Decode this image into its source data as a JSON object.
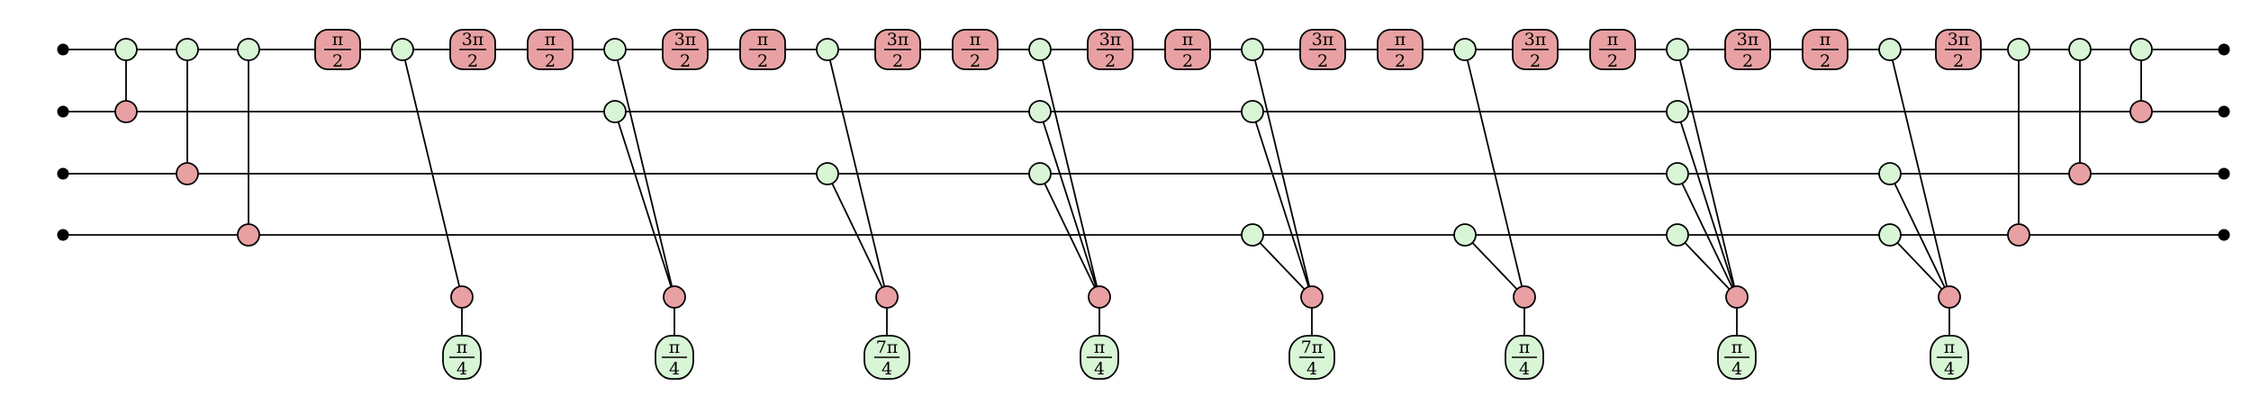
{
  "diagram": {
    "type": "zx-calculus",
    "colors": {
      "z_spider": "#d8f5d6",
      "x_spider": "#e8a0a2",
      "wire": "#000000"
    },
    "qubits": 4,
    "initial_cnots": [
      {
        "control": 0,
        "target": 1
      },
      {
        "control": 0,
        "target": 2
      },
      {
        "control": 0,
        "target": 3
      }
    ],
    "blocks": [
      {
        "leading_phase": {
          "num": "π",
          "den": "2"
        },
        "inputs": [
          0
        ],
        "gadget_phase": {
          "num": "π",
          "den": "4"
        },
        "trailing_phase": {
          "num": "3π",
          "den": "2"
        }
      },
      {
        "leading_phase": {
          "num": "π",
          "den": "2"
        },
        "inputs": [
          0,
          1
        ],
        "gadget_phase": {
          "num": "π",
          "den": "4"
        },
        "trailing_phase": {
          "num": "3π",
          "den": "2"
        }
      },
      {
        "leading_phase": {
          "num": "π",
          "den": "2"
        },
        "inputs": [
          0,
          2
        ],
        "gadget_phase": {
          "num": "7π",
          "den": "4"
        },
        "trailing_phase": {
          "num": "3π",
          "den": "2"
        }
      },
      {
        "leading_phase": {
          "num": "π",
          "den": "2"
        },
        "inputs": [
          0,
          1,
          2
        ],
        "gadget_phase": {
          "num": "π",
          "den": "4"
        },
        "trailing_phase": {
          "num": "3π",
          "den": "2"
        }
      },
      {
        "leading_phase": {
          "num": "π",
          "den": "2"
        },
        "inputs": [
          0,
          1,
          3
        ],
        "gadget_phase": {
          "num": "7π",
          "den": "4"
        },
        "trailing_phase": {
          "num": "3π",
          "den": "2"
        }
      },
      {
        "leading_phase": {
          "num": "π",
          "den": "2"
        },
        "inputs": [
          0,
          3
        ],
        "gadget_phase": {
          "num": "π",
          "den": "4"
        },
        "trailing_phase": {
          "num": "3π",
          "den": "2"
        }
      },
      {
        "leading_phase": {
          "num": "π",
          "den": "2"
        },
        "inputs": [
          0,
          1,
          2,
          3
        ],
        "gadget_phase": {
          "num": "π",
          "den": "4"
        },
        "trailing_phase": {
          "num": "3π",
          "den": "2"
        }
      },
      {
        "leading_phase": {
          "num": "π",
          "den": "2"
        },
        "inputs": [
          0,
          2,
          3
        ],
        "gadget_phase": {
          "num": "π",
          "den": "4"
        },
        "trailing_phase": null
      }
    ],
    "final_phase": {
      "num": "3π",
      "den": "2"
    },
    "final_cnots": [
      {
        "control": 0,
        "target": 3
      },
      {
        "control": 0,
        "target": 2
      },
      {
        "control": 0,
        "target": 1
      }
    ]
  }
}
